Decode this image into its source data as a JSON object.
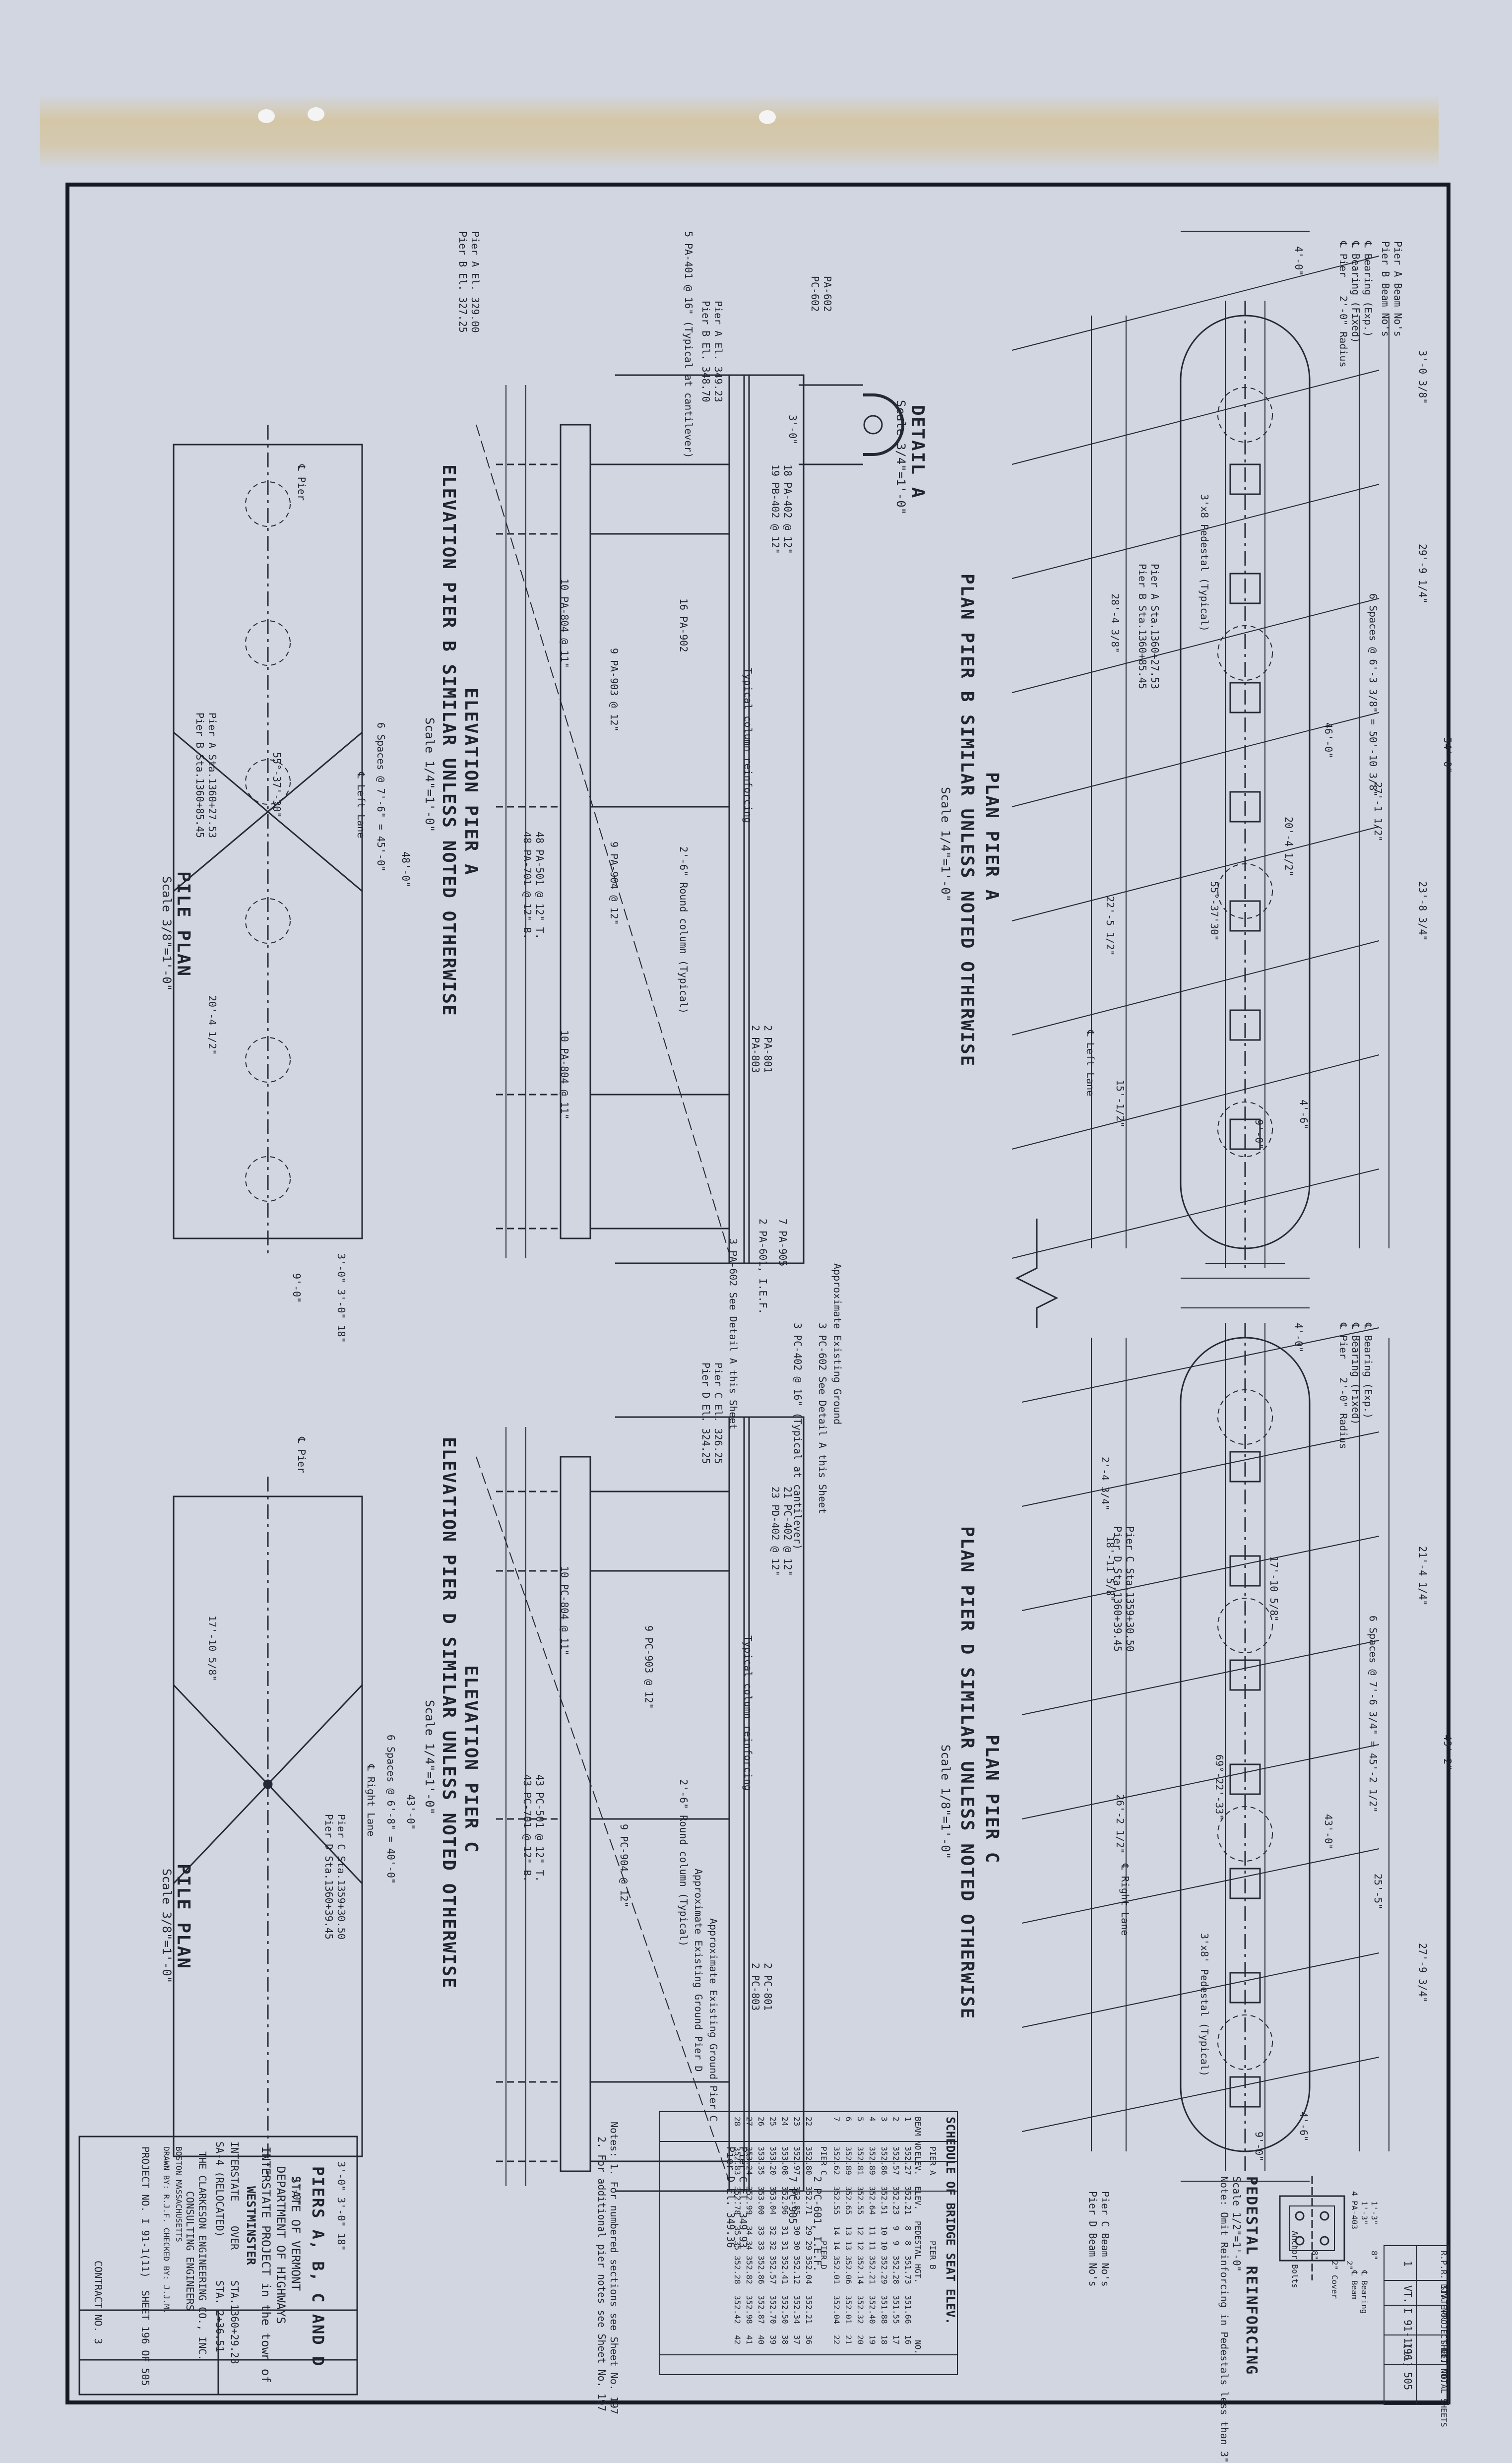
{
  "header": {
    "cols": [
      "R.P.R. DIV. NO.",
      "STATE",
      "PROJECT NO.",
      "SHEET NO.",
      "TOTAL SHEETS"
    ],
    "vals": [
      "1",
      "VT.",
      "I 91-1(11)",
      "196",
      "505"
    ]
  },
  "pier_a": {
    "plan_title": "PLAN PIER A",
    "plan_subtitle": "PLAN PIER B SIMILAR UNLESS NOTED OTHERWISE",
    "plan_scale": "Scale 1/4\"=1'-0\"",
    "beams": [
      "Pier A Beam No's",
      "Pier B Beam No's"
    ],
    "bearing_notes": [
      "℄ Bearing (Exp.)",
      "℄ Bearing (Fixed)",
      "℄ Pier"
    ],
    "station": [
      "Pier A Sta.1360+27.53",
      "Pier B Sta.1360+85.45"
    ],
    "lane": "℄ Left Lane",
    "dims": [
      "4'-0\"",
      "3'-0 3/8\"",
      "29'-9 1/4\"",
      "54'-0\"",
      "23'-8 3/4\"",
      "27'-1 1/2\"",
      "6 Spaces @ 6'-3 3/8\" = 50'-10 3/8\"",
      "22'-5 1/2\"",
      "28'-4 3/8\"",
      "46'-0\"",
      "20'-4 1/2\"",
      "55°-37'30\"",
      "4'-6\"",
      "9'-0\"",
      "15'-1/2\"",
      "2'-0\" Radius",
      "3'x8 Pedestal (Typical)"
    ],
    "detail_title": "DETAIL A",
    "detail_scale": "Scale 3/4\"=1'-0\"",
    "detail_marks": [
      "PA-602",
      "PC-602",
      "3'-0\""
    ],
    "elev_title": "ELEVATION PIER A",
    "elev_subtitle": "ELEVATION PIER B SIMILAR UNLESS NOTED OTHERWISE",
    "elev_scale": "Scale 1/4\"=1'-0\"",
    "elev_marks": [
      "18 PA-402 @ 12\"",
      "19 PB-402 @ 12\"",
      "3 PA-602 See Detail A this Sheet",
      "5 PA-401 @ 16\" (Typical at cantilever)",
      "Pier A El. 349.23",
      "Pier B El. 348.70",
      "Pier A El. 329.00",
      "Pier B El. 327.25",
      "9 PA-903 @ 12\"",
      "9 PA-904 @ 12\"",
      "16 PA-902",
      "10 PA-804 @ 11\"",
      "48 PA-501 @ 12\" T.",
      "48 PA-701 @ 12\" B.",
      "10 PA-804 @ 11\"",
      "Approximate Existing Ground",
      "2 PA-601, I.E.F.",
      "2 PA-801",
      "2 PA-803",
      "7 PA-905",
      "Typical column reinforcing",
      "2'-6\" Round column (Typical)"
    ],
    "pile_title": "PILE PLAN",
    "pile_scale": "Scale 3/8\"=1'-0\"",
    "pile_notes": [
      "℄ Pier",
      "℄ Left Lane",
      "6 Spaces @ 7'-6\" = 45'-0\"",
      "48'-0\"",
      "Pier A Sta.1360+27.53",
      "Pier B Sta.1360+85.45",
      "20'-4 1/2\"",
      "55°-37'-30\"",
      "3'-0\" 3'-0\" 18\"",
      "9'-0\""
    ]
  },
  "pier_c": {
    "plan_title": "PLAN PIER C",
    "plan_subtitle": "PLAN PIER D SIMILAR UNLESS NOTED OTHERWISE",
    "plan_scale": "Scale 1/8\"=1'-0\"",
    "beams": [
      "Pier C Beam No's",
      "Pier D Beam No's"
    ],
    "bearing_notes": [
      "℄ Bearing (Exp.)",
      "℄ Bearing (Fixed)",
      "℄ Pier"
    ],
    "station": [
      "Pier C Sta.1359+30.50",
      "Pier D Sta.1360+39.45"
    ],
    "lane": "℄ Right Lane",
    "dims": [
      "4'-0\"",
      "2'-4 3/4\"",
      "21'-4 1/4\"",
      "49'-2\"",
      "27'-9 3/4\"",
      "25'-5\"",
      "6 Spaces @ 7'-6 3/4\" = 45'-2 1/2\"",
      "18'-11 5/8\"",
      "26'-2 1/2\"",
      "43'-0\"",
      "17'-10 5/8\"",
      "69°-22'-33\"",
      "4'-6\"",
      "9'-0\"",
      "2'-0\" Radius",
      "3'x8' Pedestal (Typical)"
    ],
    "elev_title": "ELEVATION PIER C",
    "elev_subtitle": "ELEVATION PIER D SIMILAR UNLESS NOTED OTHERWISE",
    "elev_scale": "Scale 1/4\"=1'-0\"",
    "elev_marks": [
      "21 PC-402 @ 12\"",
      "23 PD-402 @ 12\"",
      "3 PC-602 See Detail A this Sheet",
      "3 PC-402 @ 16\" (Typical at cantilever)",
      "Pier C El. 326.25",
      "Pier D El. 324.25",
      "Pier C El. 349.93",
      "Pier D El. 349.36",
      "9 PC-903 @ 12\"",
      "9 PC-904 @ 12\"",
      "10 PC-804 @ 11\"",
      "43 PC-501 @ 12\" T.",
      "43 PC-701 @ 12\" B.",
      "Approximate Existing Ground Pier C",
      "Approximate Existing Ground Pier D",
      "2 PC-601, I.E.F.",
      "2 PC-801",
      "2 PC-803",
      "7 PC-905",
      "Typical column reinforcing",
      "2'-6\" Round column (Typical)"
    ],
    "pile_title": "PILE PLAN",
    "pile_scale": "Scale 3/8\"=1'-0\"",
    "pile_notes": [
      "℄ Pier",
      "℄ Right Lane",
      "6 Spaces @ 6'-8\" = 40'-0\"",
      "43'-0\"",
      "Pier C Sta.1359+30.50",
      "Pier D Sta.1360+39.45",
      "17'-10 5/8\"",
      "3'-0\" 3'-0\" 18\"",
      "9'-0\""
    ]
  },
  "pedestal": {
    "title": "PEDESTAL REINFORCING",
    "scale": "Scale 1/2\"=1'-0\"",
    "note": "Note: Omit Reinforcing in Pedestals less than 3\"",
    "marks": [
      "4 PA-403",
      "Anchor Bolts",
      "2\" Cover",
      "℄ Bearing",
      "℄ Beam",
      "1'-3\"",
      "1'-3\"",
      "8\"",
      "8\"",
      "2\""
    ]
  },
  "schedule": {
    "title": "SCHEDULE OF BRIDGE SEAT ELEV.",
    "group_headers": [
      "PIER A",
      "PIER B",
      "PIER C",
      "PIER D"
    ],
    "col_headers": [
      "BEAM NO.",
      "ELEV.",
      "ELEV.",
      "PEDESTAL HGT.",
      "NO."
    ],
    "rows_ab": [
      [
        "1",
        "352.27",
        "352.21",
        "8",
        "8",
        "351.73",
        "351.66",
        "16"
      ],
      [
        "2",
        "352.57",
        "352.23",
        "9",
        "9",
        "352.28",
        "351.55",
        "17"
      ],
      [
        "3",
        "352.86",
        "352.51",
        "10",
        "10",
        "352.29",
        "351.88",
        "18"
      ],
      [
        "4",
        "352.89",
        "352.64",
        "11",
        "11",
        "352.21",
        "352.40",
        "19"
      ],
      [
        "5",
        "352.81",
        "352.55",
        "12",
        "12",
        "352.14",
        "352.32",
        "20"
      ],
      [
        "6",
        "352.89",
        "352.65",
        "13",
        "13",
        "352.06",
        "352.01",
        "21"
      ],
      [
        "7",
        "352.62",
        "352.55",
        "14",
        "14",
        "352.01",
        "352.04",
        "22"
      ]
    ],
    "rows_cd": [
      [
        "22",
        "352.80",
        "352.71",
        "29",
        "29",
        "352.04",
        "352.21",
        "36"
      ],
      [
        "23",
        "352.97",
        "352.85",
        "30",
        "30",
        "352.12",
        "352.34",
        "37"
      ],
      [
        "24",
        "353.08",
        "352.96",
        "31",
        "31",
        "352.41",
        "352.50",
        "38"
      ],
      [
        "25",
        "353.20",
        "353.04",
        "32",
        "32",
        "352.57",
        "352.70",
        "39"
      ],
      [
        "26",
        "353.35",
        "353.00",
        "33",
        "33",
        "352.86",
        "352.87",
        "40"
      ],
      [
        "27",
        "353.24",
        "352.99",
        "34",
        "34",
        "352.82",
        "352.98",
        "41"
      ],
      [
        "28",
        "352.83",
        "352.78",
        "35",
        "35",
        "352.28",
        "352.42",
        "42"
      ]
    ]
  },
  "notes": [
    "Notes: 1. For numbered sections see Sheet No. 197",
    "2. For additional pier notes see Sheet No. 197"
  ],
  "title_block": {
    "title": "PIERS A, B, C AND D",
    "state": "STATE OF VERMONT",
    "dept": "DEPARTMENT OF HIGHWAYS",
    "project": "INTERSTATE PROJECT in the town of",
    "town": "WESTMINSTER",
    "route": "INTERSTATE",
    "over": "OVER",
    "sta": "STA.1360+29.28",
    "reloc": "SA-4 (RELOCATED)",
    "sta2": "STA. 2+36.51",
    "firm": "THE CLARKESON ENGINEERING CO., INC.",
    "firm2": "CONSULTING ENGINEERS",
    "city": "BOSTON MASSACHUSETTS",
    "drawn": "DRAWN BY: R.J.F.  CHECKED BY: J.J.M.",
    "project_no": "PROJECT NO. I 91-1(11)",
    "sheet": "SHEET 196 OF 505",
    "contract": "CONTRACT NO. 3"
  }
}
